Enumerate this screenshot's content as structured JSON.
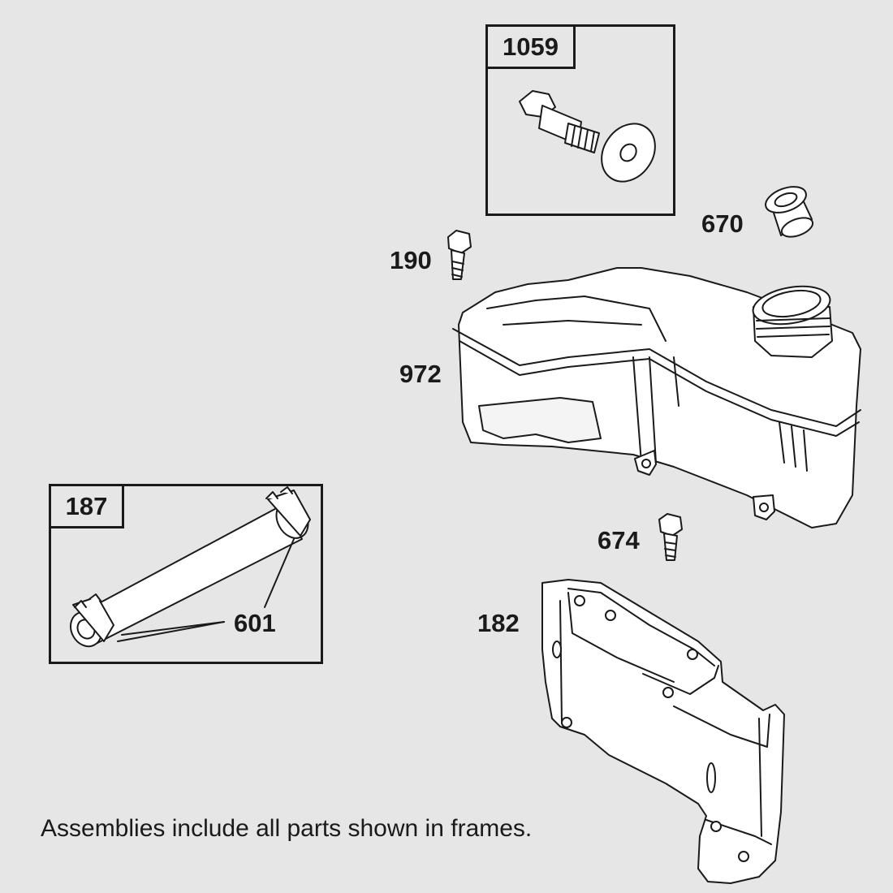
{
  "frames": {
    "f1059": {
      "label": "1059"
    },
    "f187": {
      "label": "187"
    }
  },
  "labels": {
    "p670": "670",
    "p190": "190",
    "p972": "972",
    "p674": "674",
    "p182": "182",
    "p601": "601"
  },
  "note": "Assemblies include all parts shown in frames."
}
